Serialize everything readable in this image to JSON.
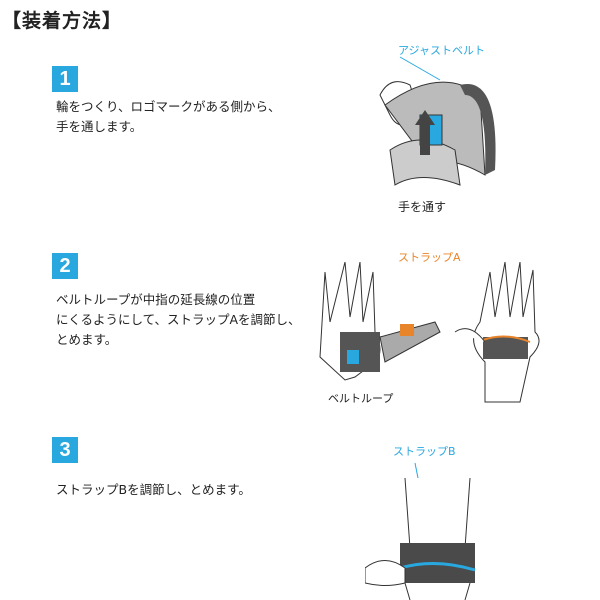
{
  "title": "【装着方法】",
  "colors": {
    "accent": "#29a8e0",
    "orange": "#e8842a",
    "band": "#4a4a4a"
  },
  "steps": [
    {
      "number": "1",
      "lines": [
        "輪をつくり、ロゴマークがある側から、",
        "手を通します。"
      ],
      "labels": {
        "belt": "アジャストベルト",
        "pass": "手を通す"
      }
    },
    {
      "number": "2",
      "lines": [
        "ベルトループが中指の延長線の位置",
        "にくるようにして、ストラップAを調節し、",
        "とめます。"
      ],
      "labels": {
        "strap": "ストラップA",
        "loop": "ベルトループ"
      }
    },
    {
      "number": "3",
      "lines": [
        "ストラップBを調節し、とめます。"
      ],
      "labels": {
        "strap": "ストラップB"
      }
    }
  ]
}
